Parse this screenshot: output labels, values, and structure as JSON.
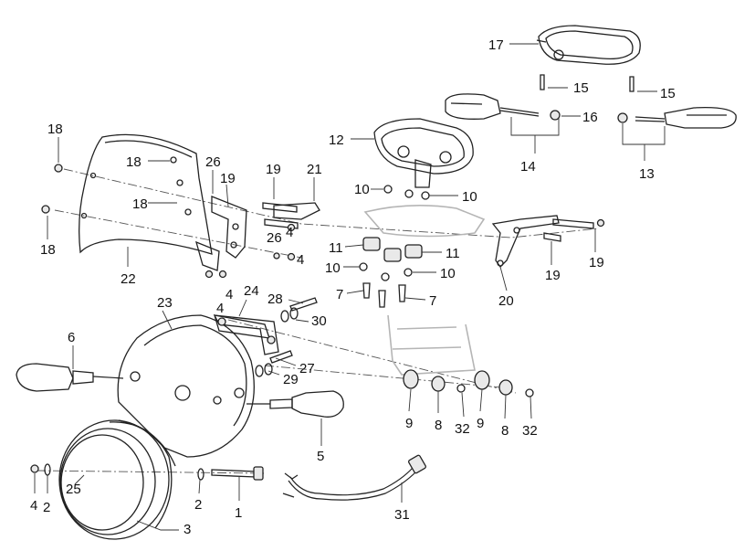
{
  "callouts": {
    "c17": "17",
    "c15a": "15",
    "c15b": "15",
    "c12": "12",
    "c16": "16",
    "c14": "14",
    "c13": "13",
    "c18a": "18",
    "c18b": "18",
    "c18c": "18",
    "c18d": "18",
    "c26a": "26",
    "c26b": "26",
    "c19a": "19",
    "c19b": "19",
    "c19c": "19",
    "c21": "21",
    "c4a": "4",
    "c4b": "4",
    "c4c": "4",
    "c4d": "4",
    "c22": "22",
    "c10a": "10",
    "c10b": "10",
    "c10c": "10",
    "c10d": "10",
    "c11a": "11",
    "c11b": "11",
    "c7a": "7",
    "c7b": "7",
    "c20": "20",
    "c24": "24",
    "c23": "23",
    "c28": "28",
    "c30": "30",
    "c6": "6",
    "c27": "27",
    "c29": "29",
    "c9a": "9",
    "c9b": "9",
    "c8a": "8",
    "c8b": "8",
    "c32a": "32",
    "c32b": "32",
    "c5": "5",
    "c2a": "2",
    "c2b": "2",
    "c25": "25",
    "c3": "3",
    "c1": "1",
    "c31": "31"
  }
}
